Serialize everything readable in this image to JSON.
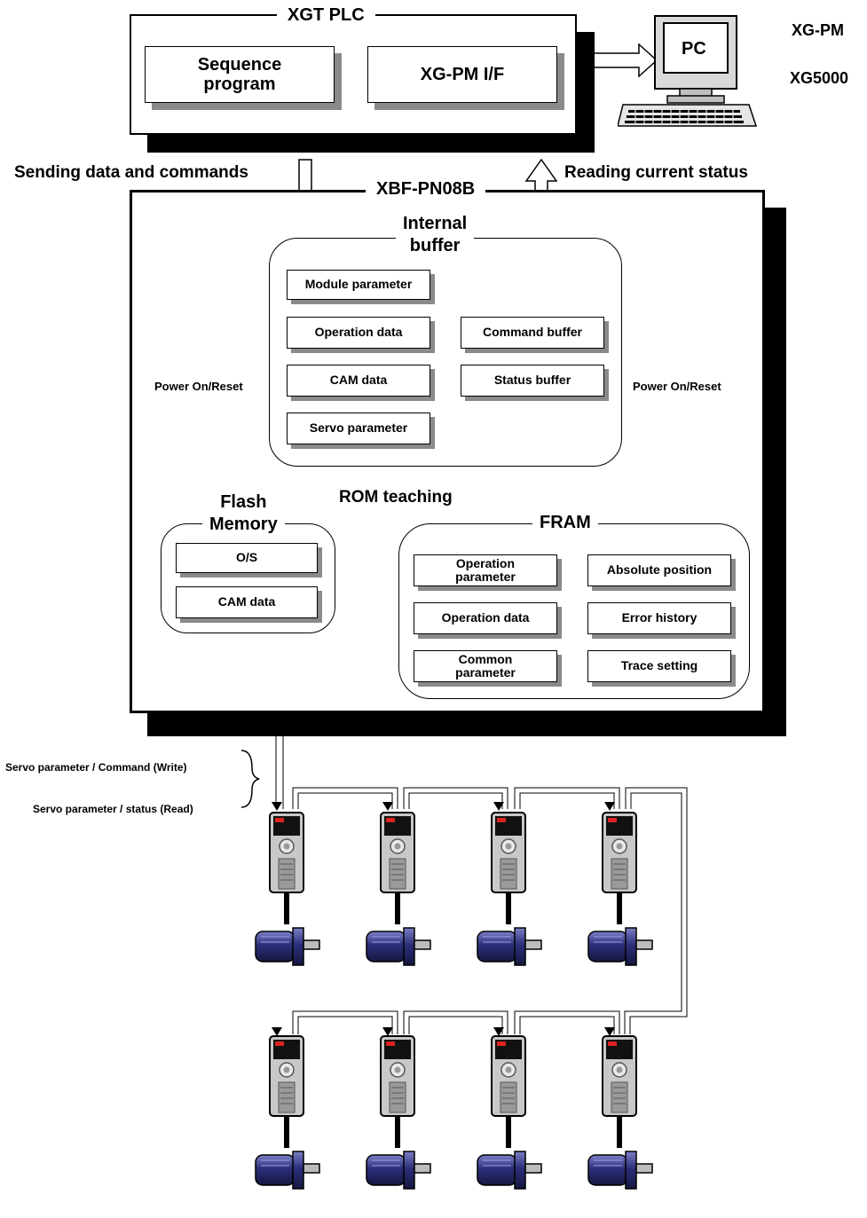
{
  "plc": {
    "title": "XGT PLC",
    "sequence_program": "Sequence\nprogram",
    "xgpm_if": "XG-PM I/F"
  },
  "pc": {
    "label": "PC",
    "software": [
      "XG-PM",
      "XG5000"
    ]
  },
  "arrows": {
    "sending": "Sending data and commands",
    "reading": "Reading current status"
  },
  "module": {
    "title": "XBF-PN08B",
    "internal_buffer": {
      "title": "Internal\nbuffer",
      "items_left": [
        "Module parameter",
        "Operation data",
        "CAM data",
        "Servo parameter"
      ],
      "items_right": [
        "Command buffer",
        "Status buffer"
      ]
    },
    "power_on_left": "Power On/Reset",
    "power_on_right": "Power On/Reset",
    "rom_teaching": "ROM teaching",
    "flash": {
      "title": "Flash\nMemory",
      "items": [
        "O/S",
        "CAM data"
      ]
    },
    "fram": {
      "title": "FRAM",
      "items_left": [
        "Operation\nparameter",
        "Operation data",
        "Common\nparameter"
      ],
      "items_right": [
        "Absolute position",
        "Error history",
        "Trace setting"
      ]
    }
  },
  "servo_labels": {
    "write": "Servo parameter / Command (Write)",
    "read": "Servo parameter / status (Read)"
  },
  "icons": [
    "pc-icon",
    "servo-drive-icon",
    "servo-motor-icon"
  ],
  "colors": {
    "motor_blue": "#2c2f7a",
    "drive_gray": "#c8c8c8",
    "shadow": "#000000",
    "bevel_shadow": "#8a8a8a"
  }
}
